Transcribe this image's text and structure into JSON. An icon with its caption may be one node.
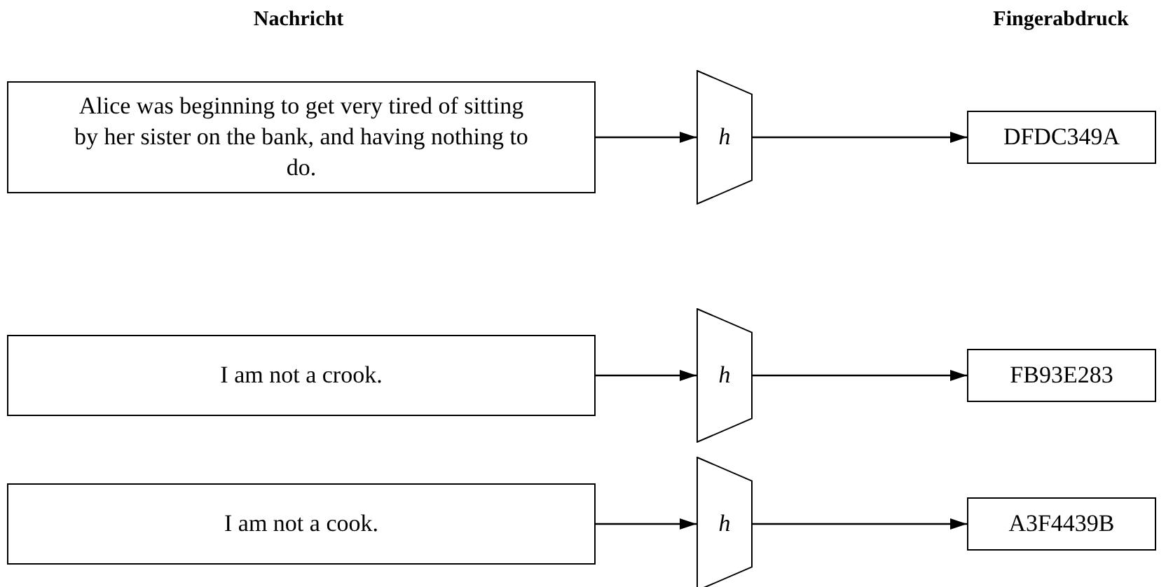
{
  "diagram": {
    "nodes": [
      {
        "text": [
          "Alice was beginning to get very tired of sitting by her sister on the bank, and having nothing to do."
        ]
      },
      {
        "text": [
          "h"
        ]
      },
      {
        "text": [
          "DFDC349A"
        ]
      },
      {
        "text": [
          "I am not a crook."
        ]
      },
      {
        "text": [
          "h"
        ]
      },
      {
        "text": [
          "FB93E283"
        ]
      },
      {
        "text": [
          "I am not a cook."
        ]
      },
      {
        "text": [
          "h"
        ]
      },
      {
        "text": [
          "A3F4439B"
        ]
      }
    ],
    "edges": [
      {
        "from": 0,
        "to": 1,
        "arrow": "to"
      },
      {
        "from": 1,
        "to": 2,
        "arrow": "to"
      },
      {
        "from": 3,
        "to": 4,
        "arrow": "to"
      },
      {
        "from": 4,
        "to": 5,
        "arrow": "to"
      },
      {
        "from": 6,
        "to": 7,
        "arrow": "to"
      },
      {
        "from": 7,
        "to": 8,
        "arrow": "to"
      }
    ],
    "labels": [
      "Nachricht",
      "Fingerabdruck"
    ]
  }
}
